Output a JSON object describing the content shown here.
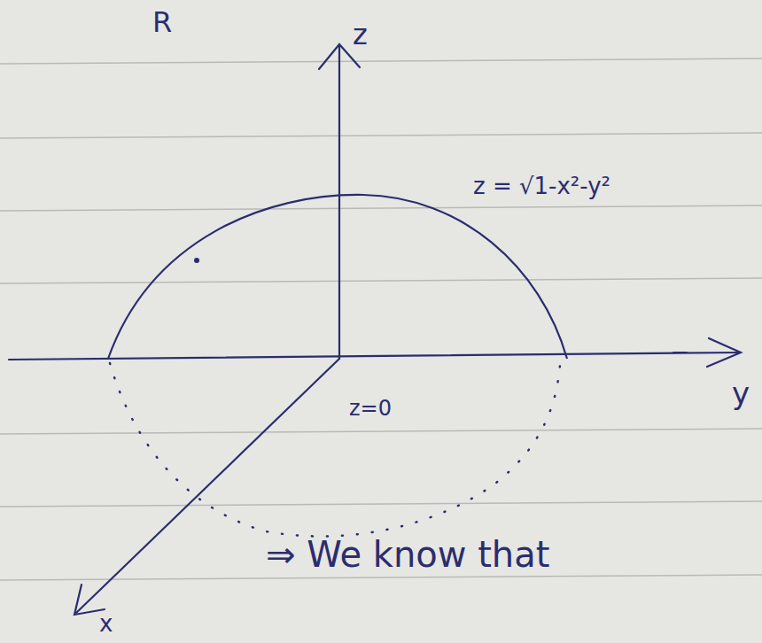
{
  "diagram": {
    "labels": [
      "R",
      "z",
      "z = √1-x²-y²",
      "y",
      "z=0",
      "x",
      "⇒ We know that"
    ]
  }
}
